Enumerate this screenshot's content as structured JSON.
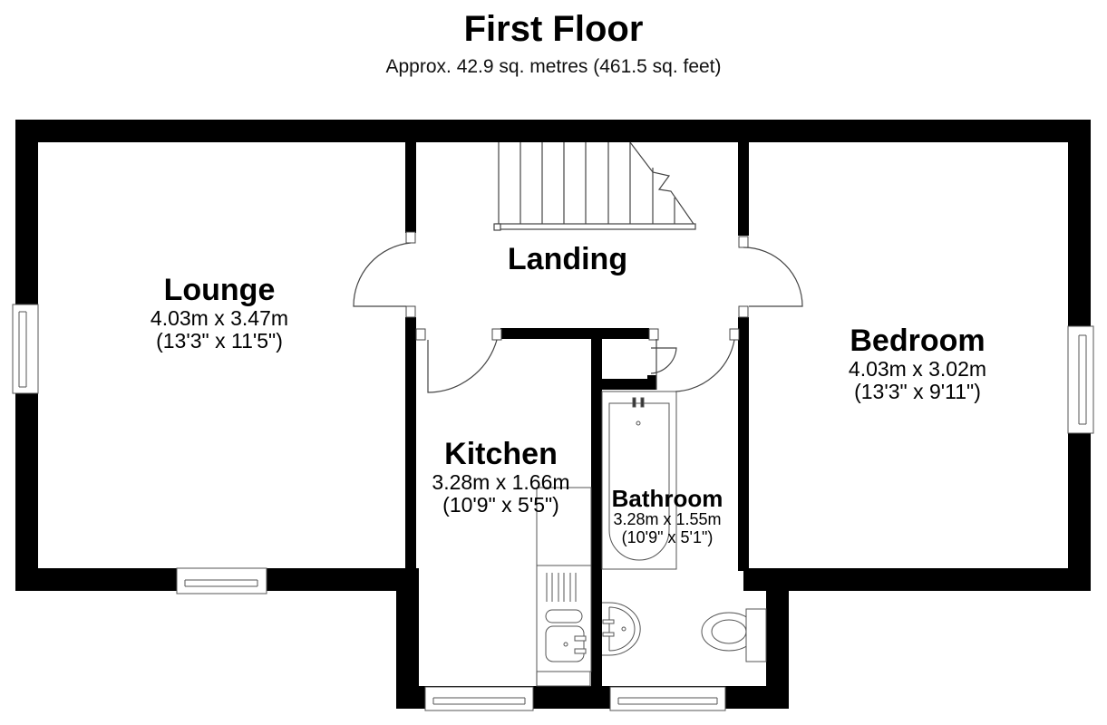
{
  "header": {
    "title": "First Floor",
    "subtitle": "Approx. 42.9 sq. metres (461.5 sq. feet)"
  },
  "rooms": {
    "lounge": {
      "name": "Lounge",
      "metric": "4.03m x 3.47m",
      "imperial": "(13'3\" x 11'5\")"
    },
    "landing": {
      "name": "Landing"
    },
    "bedroom": {
      "name": "Bedroom",
      "metric": "4.03m x 3.02m",
      "imperial": "(13'3\" x 9'11\")"
    },
    "kitchen": {
      "name": "Kitchen",
      "metric": "3.28m x 1.66m",
      "imperial": "(10'9\" x 5'5\")"
    },
    "bathroom": {
      "name": "Bathroom",
      "metric": "3.28m x 1.55m",
      "imperial": "(10'9\" x 5'1\")"
    }
  },
  "fixtures": [
    "staircase",
    "bath",
    "basin",
    "toilet",
    "kitchen-sink",
    "drainer",
    "cupboard"
  ],
  "colors": {
    "wall": "#000000",
    "background": "#ffffff",
    "line": "#555555"
  }
}
